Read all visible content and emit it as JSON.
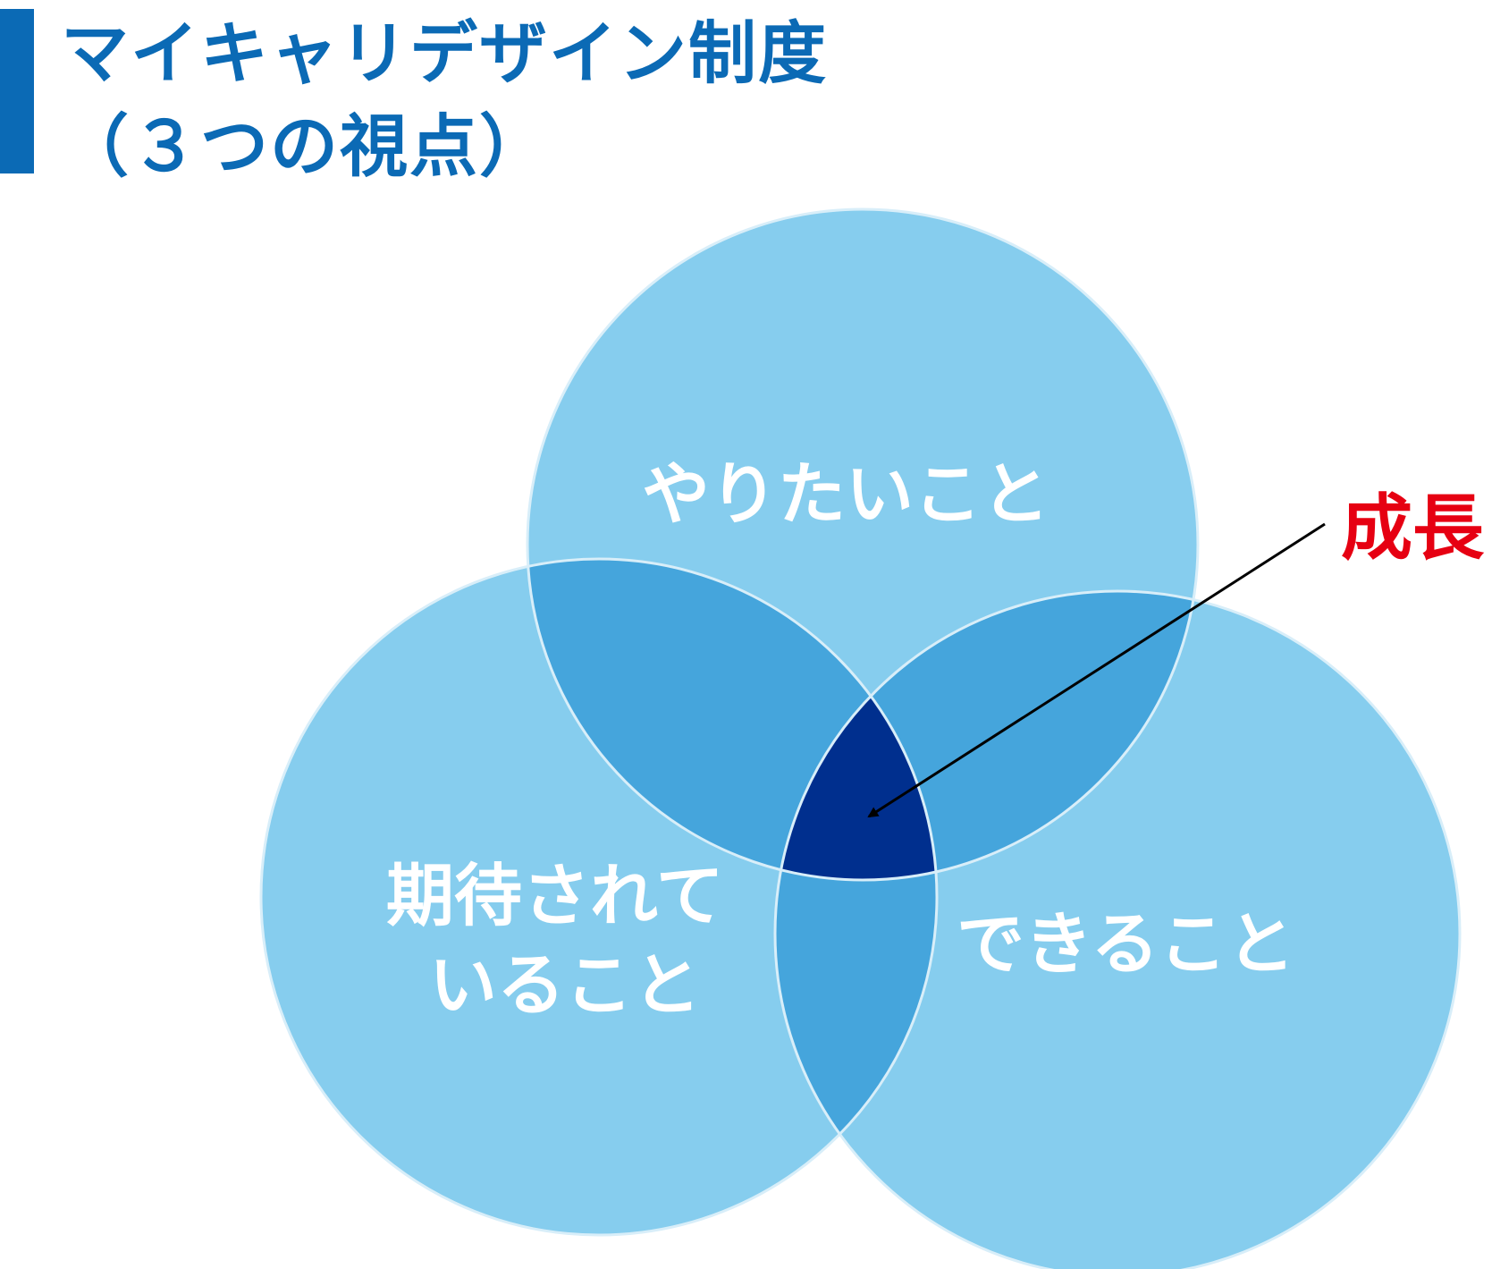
{
  "title": {
    "line1": "マイキャリデザイン制度",
    "line2": "（３つの視点）"
  },
  "venn": {
    "circles": [
      {
        "label": "やりたいこと"
      },
      {
        "label_line1": "期待されて",
        "label_line2": "いること"
      },
      {
        "label": "できること"
      }
    ],
    "center_callout": "成長"
  },
  "colors": {
    "title": "#0b6ab5",
    "circle": "#86cdee",
    "pair_overlap": "#45a5dc",
    "center_overlap": "#002f8e",
    "circle_stroke": "#d8eef9",
    "callout_text": "#e60012",
    "arrow": "#000000",
    "label_text": "#ffffff"
  }
}
